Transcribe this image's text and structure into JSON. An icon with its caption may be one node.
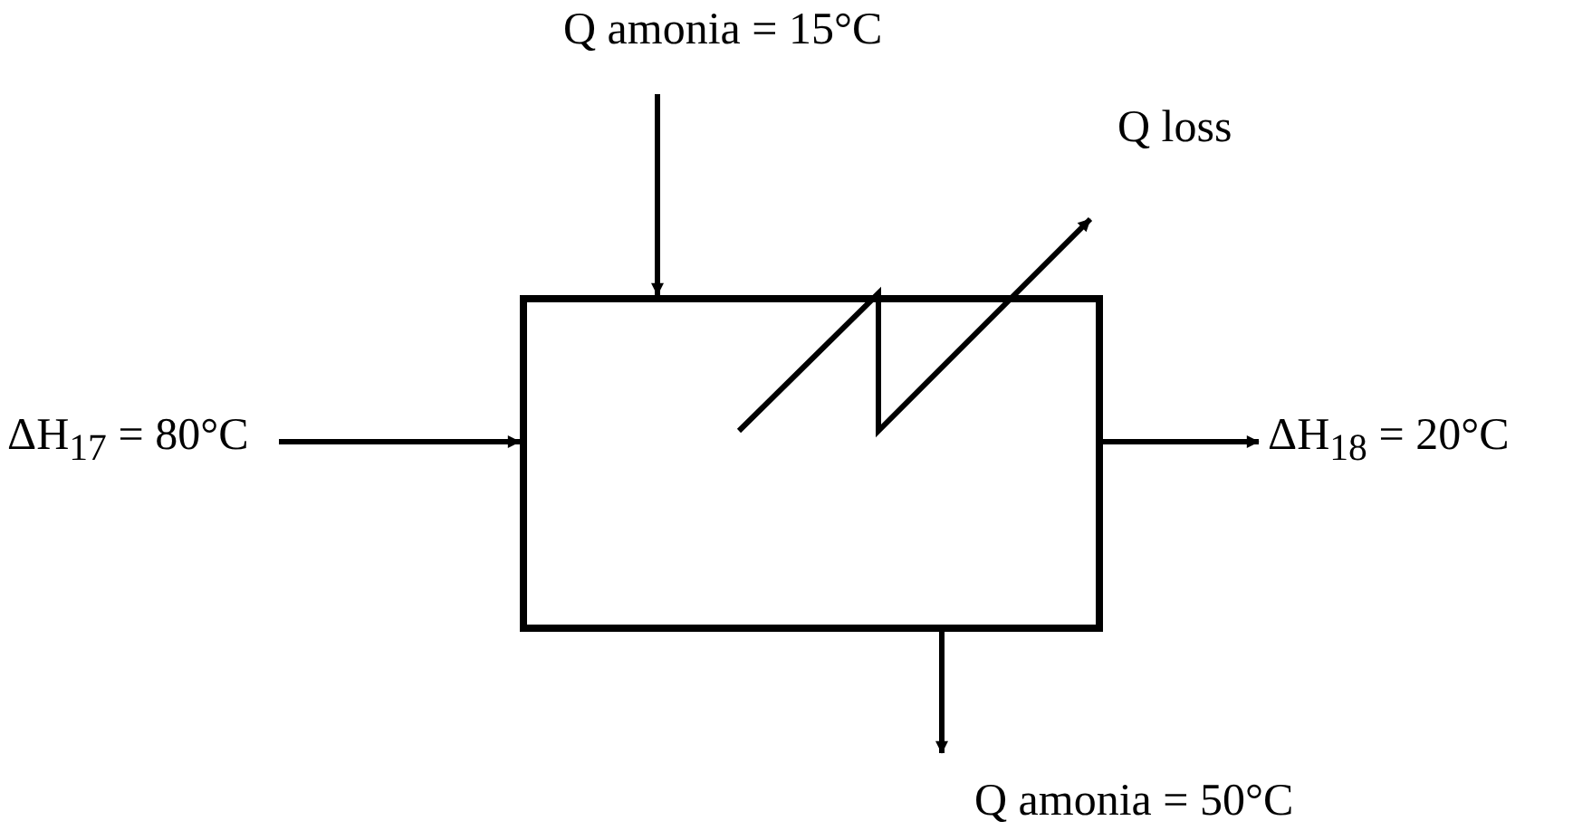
{
  "diagram": {
    "nodes": [
      {
        "text": [
          "Q amonia = 15°C"
        ]
      },
      {
        "text": [
          "Q loss"
        ]
      },
      {
        "text": [
          "ΔH$_{17}$ = 80°C"
        ]
      },
      {
        "text": [],
        "shape": "box"
      },
      {
        "text": [
          "ΔH$_{18}$ = 20°C"
        ]
      },
      {
        "text": [
          "Q amonia = 50°C"
        ]
      }
    ],
    "edges": [
      {
        "from": 0,
        "to": 3,
        "arrow": "to"
      },
      {
        "from": 3,
        "to": 1,
        "arrow": "to"
      },
      {
        "from": 2,
        "to": 3,
        "arrow": "to"
      },
      {
        "from": 3,
        "to": 4,
        "arrow": "to"
      },
      {
        "from": 3,
        "to": 5,
        "arrow": "to"
      }
    ]
  }
}
